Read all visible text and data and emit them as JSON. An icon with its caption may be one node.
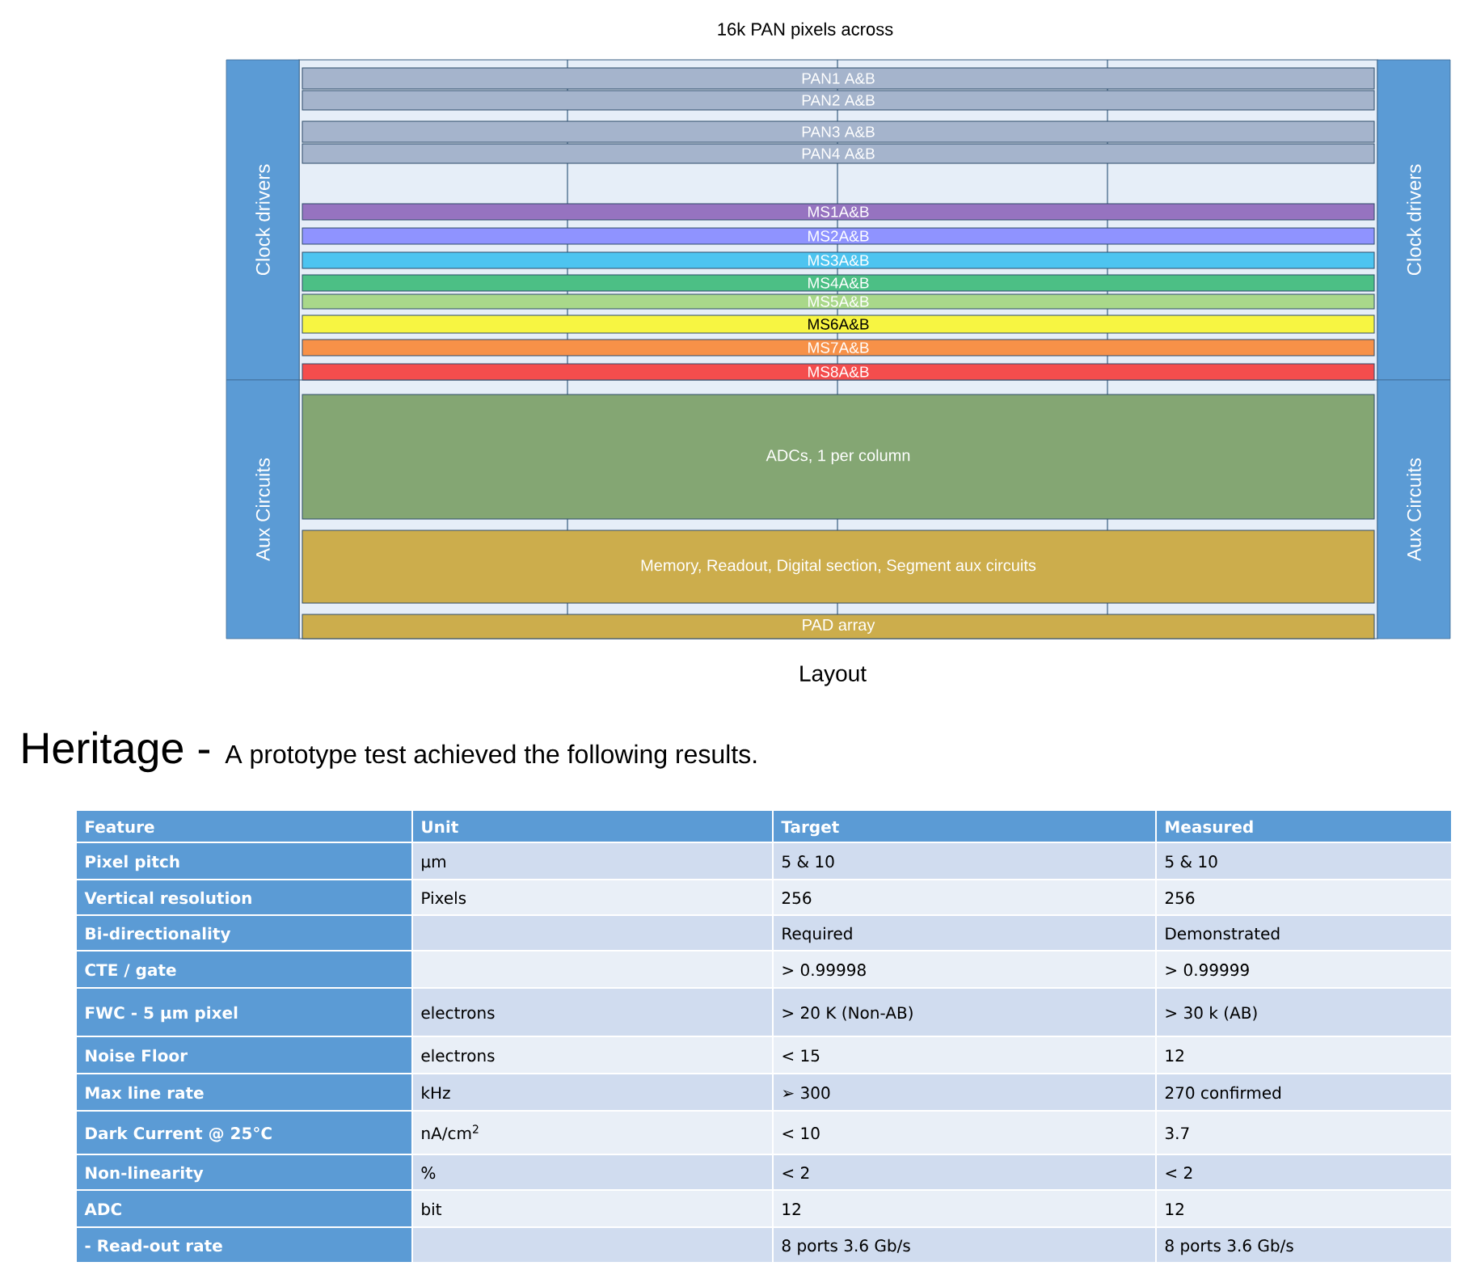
{
  "diagram": {
    "title": "Heritage -",
    "nodes": [
      {
        "text": [
          "Clock drivers"
        ]
      },
      {
        "text": [
          "Aux Circuits"
        ]
      },
      {
        "text": [
          "Clock drivers"
        ]
      },
      {
        "text": [
          "Aux Circuits"
        ]
      },
      {
        "text": [
          "PAN1 A&B"
        ]
      },
      {
        "text": [
          "PAN2 A&B"
        ]
      },
      {
        "text": [
          "PAN3 A&B"
        ]
      },
      {
        "text": [
          "PAN4 A&B"
        ]
      },
      {
        "text": [
          "MS1A&B"
        ]
      },
      {
        "text": [
          "MS2A&B"
        ]
      },
      {
        "text": [
          "MS3A&B"
        ]
      },
      {
        "text": [
          "MS4A&B"
        ]
      },
      {
        "text": [
          "MS5A&B"
        ]
      },
      {
        "text": [
          "MS6A&B"
        ]
      },
      {
        "text": [
          "MS7A&B"
        ]
      },
      {
        "text": [
          "MS8A&B"
        ]
      },
      {
        "text": [
          "ADCs, 1 per column"
        ]
      },
      {
        "text": [
          "Memory, Readout, Digital section, Segment aux circuits"
        ]
      },
      {
        "text": [
          "PAD array"
        ]
      }
    ],
    "labels": [
      "16k PAN pixels across",
      "Layout",
      "A prototype test achieved the following results.",
      "Feature",
      "Unit",
      "Target",
      "Measured",
      "Pixel pitch",
      "µm",
      "5 & 10",
      "5 & 10",
      "Vertical resolution",
      "Pixels",
      "256",
      "256",
      "Bi-directionality",
      "Required",
      "Demonstrated",
      "CTE / gate",
      "> 0.99998",
      "> 0.99999",
      "FWC  - 5 µm pixel",
      "electrons",
      "> 20 K (Non-AB)",
      "> 30 k (AB)",
      "Noise Floor",
      "electrons",
      "< 15",
      "12",
      "Max line rate",
      "kHz",
      "➢  300",
      "270 confirmed",
      "Dark Current @ 25°C",
      "nA/cm$^{2}$",
      "< 10",
      "3.7",
      "Non-linearity",
      "%",
      "< 2",
      "< 2",
      "ADC",
      "bit",
      "12",
      "12",
      "-    Read-out rate",
      "8 ports 3.6 Gb/s",
      "8 ports 3.6 Gb/s"
    ]
  }
}
